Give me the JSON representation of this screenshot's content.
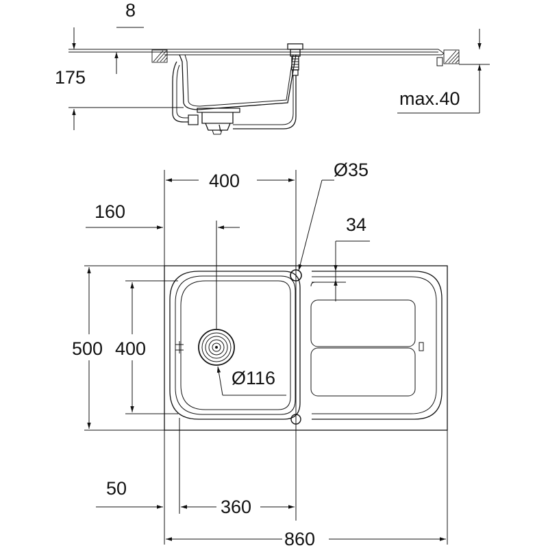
{
  "side_view": {
    "dims": {
      "top_thickness": "8",
      "depth": "175",
      "max_counter": "max.40"
    }
  },
  "top_view": {
    "dims": {
      "bowl_width_400": "400",
      "tap_hole": "Ø35",
      "left_offset": "160",
      "drainer_offset": "34",
      "overall_depth": "500",
      "bowl_depth": "400",
      "waste": "Ø116",
      "edge_offset": "50",
      "bowl_inner_width": "360",
      "overall_width": "860"
    }
  }
}
